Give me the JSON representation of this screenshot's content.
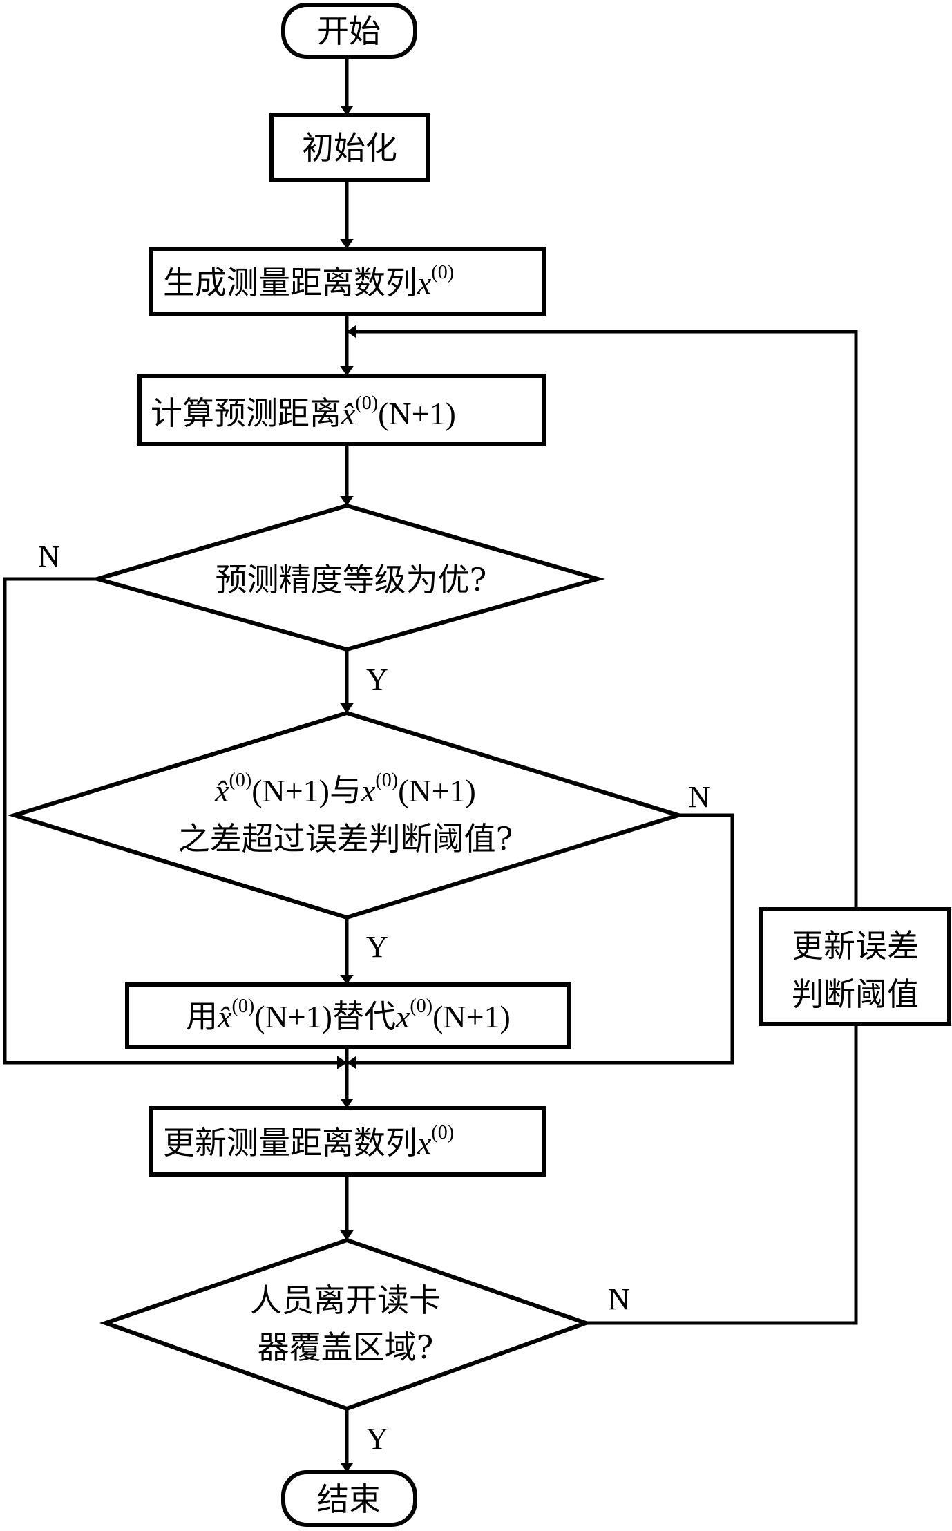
{
  "diagram": {
    "type": "flowchart",
    "nodes": {
      "start": {
        "label": "开始"
      },
      "init": {
        "label": "初始化"
      },
      "generate": {
        "label": "生成测量距离数列",
        "math": "x",
        "sup": "(0)"
      },
      "predict": {
        "label": "计算预测距离",
        "math": "x̂",
        "sup": "(0)",
        "tail": "(N+1)"
      },
      "decision_accuracy": {
        "label": "预测精度等级为优?"
      },
      "decision_threshold": {
        "line1_a": "x̂",
        "line1_sup": "(0)",
        "line1_b": "(N+1)与",
        "line1_c": "x",
        "line1_sup2": "(0)",
        "line1_d": "(N+1)",
        "line2": "之差超过误差判断阈值?"
      },
      "replace": {
        "prefix": "用",
        "a": "x̂",
        "sup": "(0)",
        "b": "(N+1)替代",
        "c": "x",
        "sup2": "(0)",
        "d": "(N+1)"
      },
      "update_seq": {
        "label": "更新测量距离数列",
        "math": "x",
        "sup": "(0)"
      },
      "decision_leave": {
        "line1": "人员离开读卡",
        "line2": "器覆盖区域?"
      },
      "update_threshold": {
        "line1": "更新误差",
        "line2": "判断阈值"
      },
      "end": {
        "label": "结束"
      }
    },
    "edge_labels": {
      "accuracy_no": "N",
      "accuracy_yes": "Y",
      "threshold_no": "N",
      "threshold_yes": "Y",
      "leave_no": "N",
      "leave_yes": "Y"
    }
  }
}
